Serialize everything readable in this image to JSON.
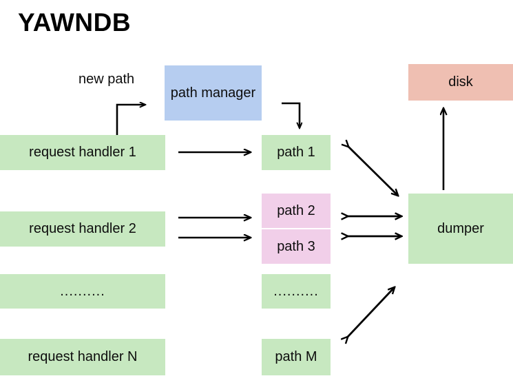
{
  "diagram": {
    "title": "YAWNDB",
    "background_color": "#ffffff",
    "colors": {
      "green": "#c7e8c0",
      "pink": "#f1cfe9",
      "blue": "#b6cdf0",
      "salmon": "#efbfb2",
      "stroke": "#000000",
      "text": "#0d0d0d"
    },
    "labels": {
      "new_path": "new path"
    },
    "nodes": {
      "path_manager": "path manager",
      "disk": "disk",
      "dumper": "dumper",
      "handler_1": "request handler 1",
      "handler_2": "request handler 2",
      "handler_ellipsis": "..........",
      "handler_n": "request handler N",
      "path_1": "path 1",
      "path_2": "path 2",
      "path_3": "path 3",
      "path_ellipsis": "..........",
      "path_m": "path M"
    },
    "edges": [
      {
        "name": "handler-1-to-path-manager",
        "label": "new path",
        "style": "elbow-up-right",
        "heads": "end"
      },
      {
        "name": "path-manager-to-path-1",
        "label": "",
        "style": "elbow-right-down",
        "heads": "end"
      },
      {
        "name": "handler-1-to-path-1",
        "label": "",
        "style": "straight-right",
        "heads": "end"
      },
      {
        "name": "handler-2-to-path-2",
        "label": "",
        "style": "straight-right",
        "heads": "end"
      },
      {
        "name": "handler-2-to-path-3",
        "label": "",
        "style": "straight-right",
        "heads": "end"
      },
      {
        "name": "path-1-to-dumper",
        "label": "",
        "style": "diagonal-down-right",
        "heads": "both"
      },
      {
        "name": "path-2-to-dumper",
        "label": "",
        "style": "straight-horizontal",
        "heads": "both"
      },
      {
        "name": "path-3-to-dumper",
        "label": "",
        "style": "straight-horizontal",
        "heads": "both"
      },
      {
        "name": "path-m-to-dumper",
        "label": "",
        "style": "diagonal-up-right",
        "heads": "both"
      },
      {
        "name": "dumper-to-disk",
        "label": "",
        "style": "straight-up",
        "heads": "end"
      }
    ]
  }
}
